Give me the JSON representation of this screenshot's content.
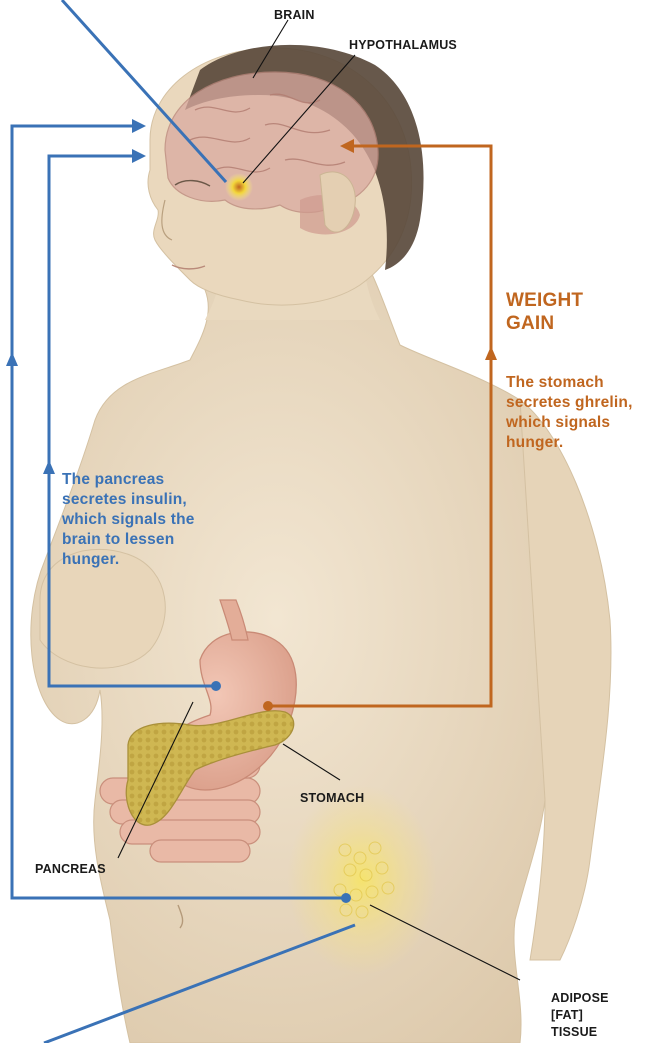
{
  "labels": {
    "brain": "BRAIN",
    "hypothalamus": "HYPOTHALAMUS",
    "weight_gain": "WEIGHT GAIN",
    "stomach_text": "The stomach secretes ghrelin, which signals hunger.",
    "pancreas_text": "The pancreas secretes insulin, which signals the brain to lessen hunger.",
    "stomach": "STOMACH",
    "pancreas": "PANCREAS",
    "adipose": "ADIPOSE [FAT] TISSUE"
  },
  "colors": {
    "blue_signal": "#3a72b6",
    "orange_signal": "#c0661f",
    "skin": "#ecdcc3",
    "brain": "#d9aaa0",
    "hair": "#5a4a3c",
    "stomach": "#e7b1a0",
    "pancreas": "#cdb450",
    "intestine": "#e9b9a6",
    "adipose": "#f4e06a"
  }
}
